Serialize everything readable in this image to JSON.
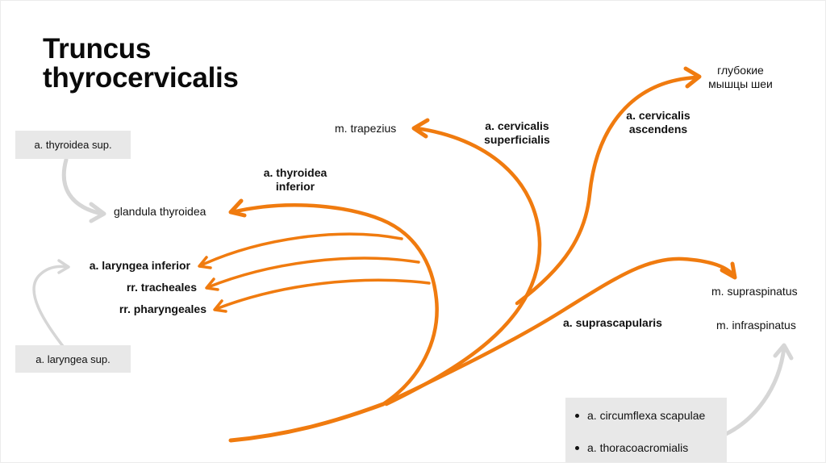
{
  "title": {
    "line1": "Truncus",
    "line2": "thyrocervicalis"
  },
  "colors": {
    "artery": "#f07b0f",
    "secondary_arrow": "#d6d6d6",
    "box_fill": "#e8e8e8",
    "text": "#111111"
  },
  "branches": {
    "thyroidea_inferior": "a. thyroidea inferior",
    "thyroidea_inferior_line1": "a. thyroidea",
    "thyroidea_inferior_line2": "inferior",
    "cervicalis_superficialis_line1": "a. cervicalis",
    "cervicalis_superficialis_line2": "superficialis",
    "cervicalis_ascendens_line1": "a. cervicalis",
    "cervicalis_ascendens_line2": "ascendens",
    "suprascapularis": "a. suprascapularis",
    "laryngea_inferior": "a. laryngea inferior",
    "rr_tracheales": "rr. tracheales",
    "rr_pharyngeales": "rr. pharyngeales"
  },
  "targets": {
    "glandula_thyroidea": "glandula thyroidea",
    "m_trapezius": "m. trapezius",
    "deep_neck_muscles_line1": "глубокие",
    "deep_neck_muscles_line2": "мышцы шеи",
    "m_supraspinatus": "m. supraspinatus",
    "m_infraspinatus": "m. infraspinatus"
  },
  "anastomoses": {
    "thyroidea_sup": "a. thyroidea sup.",
    "laryngea_sup": "a. laryngea sup.",
    "scapular_list": [
      "a. circumflexa scapulae",
      "a. thoracoacromialis"
    ]
  }
}
